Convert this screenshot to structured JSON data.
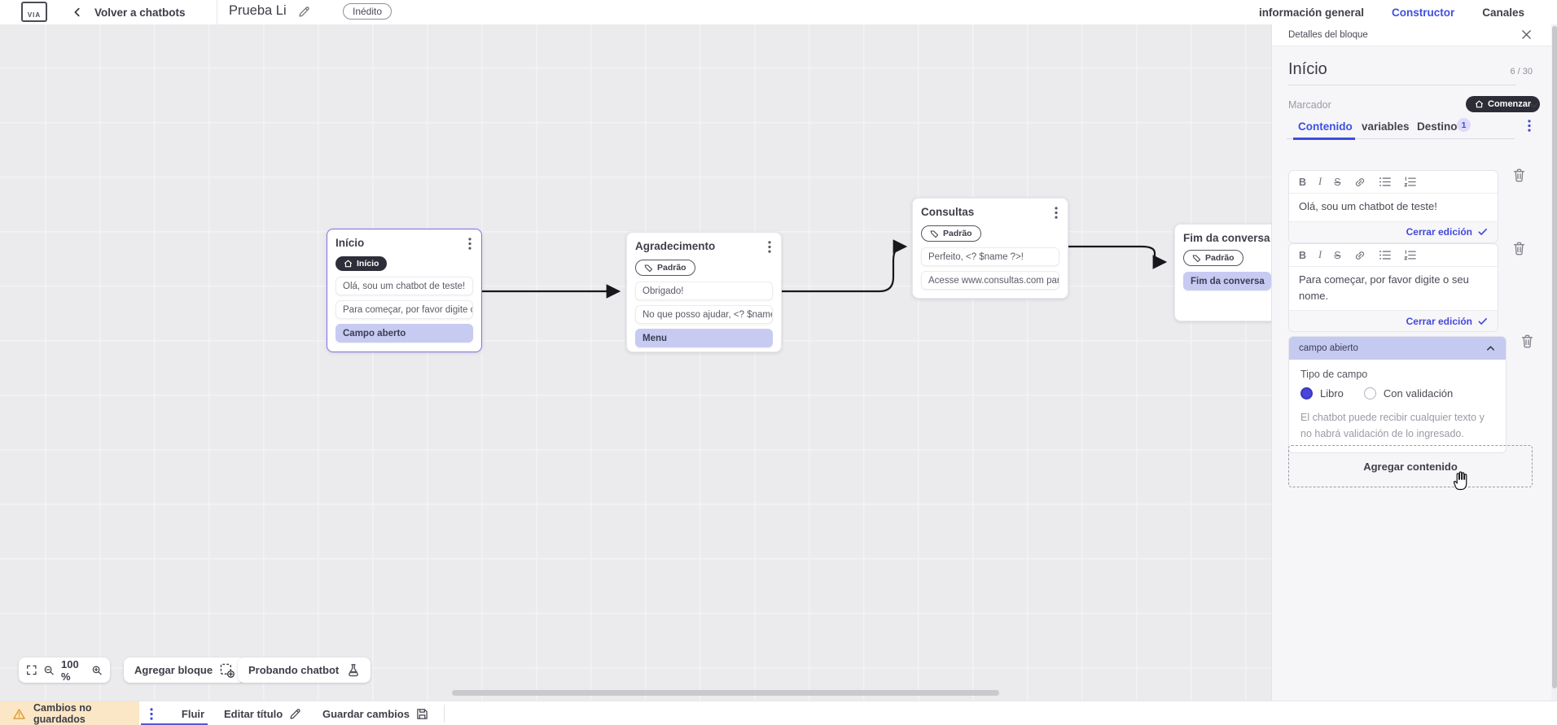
{
  "header": {
    "logo_text": "VIA",
    "back_label": "Volver a chatbots",
    "title": "Prueba Li",
    "status": "Inédito",
    "tabs": [
      {
        "label": "información general",
        "active": false
      },
      {
        "label": "Constructor",
        "active": true
      },
      {
        "label": "Canales",
        "active": false
      }
    ]
  },
  "canvas": {
    "nodes": [
      {
        "title": "Início",
        "badge": {
          "label": "Início",
          "style": "dark",
          "icon": "home"
        },
        "rows": [
          {
            "text": "Olá, sou um chatbot de teste!",
            "variant": "plain"
          },
          {
            "text": "Para começar, por favor digite o ...",
            "variant": "plain"
          },
          {
            "text": "Campo aberto",
            "variant": "highlight"
          }
        ],
        "selected": true
      },
      {
        "title": "Agradecimento",
        "badge": {
          "label": "Padrão",
          "style": "outline",
          "icon": "tag"
        },
        "rows": [
          {
            "text": "Obrigado!",
            "variant": "plain"
          },
          {
            "text": "No que posso ajudar, <? $name ...",
            "variant": "plain"
          },
          {
            "text": "Menu",
            "variant": "highlight"
          }
        ],
        "selected": false
      },
      {
        "title": "Consultas",
        "badge": {
          "label": "Padrão",
          "style": "outline",
          "icon": "tag"
        },
        "rows": [
          {
            "text": "Perfeito, <? $name ?>!",
            "variant": "plain"
          },
          {
            "text": "Acesse www.consultas.com par...",
            "variant": "plain"
          }
        ],
        "selected": false
      },
      {
        "title": "Fim da conversa",
        "badge": {
          "label": "Padrão",
          "style": "outline",
          "icon": "tag"
        },
        "rows": [
          {
            "text": "Fim da conversa",
            "variant": "highlight"
          }
        ],
        "selected": false
      }
    ],
    "controls": {
      "zoom_label": "100 %",
      "add_block_label": "Agregar bloque",
      "test_label": "Probando chatbot"
    }
  },
  "panel": {
    "header": "Detalles del bloque",
    "block_title": "Início",
    "counter": "6 / 30",
    "marker_label": "Marcador",
    "marker_value": "Comenzar",
    "tabs": [
      {
        "label": "Contenido",
        "active": true
      },
      {
        "label": "variables",
        "active": false
      },
      {
        "label": "Destino",
        "active": false,
        "badge": "1"
      }
    ],
    "toolbar": {
      "bold": "B",
      "italic": "I",
      "strike": "S"
    },
    "editors": [
      {
        "text": "Olá, sou um chatbot de teste!",
        "close_label": "Cerrar edición"
      },
      {
        "text": "Para começar, por favor digite o seu nome.",
        "close_label": "Cerrar edición"
      }
    ],
    "open_field": {
      "header": "campo abierto",
      "type_label": "Tipo de campo",
      "options": [
        {
          "label": "Libro",
          "selected": true
        },
        {
          "label": "Con validación",
          "selected": false
        }
      ],
      "helper": "El chatbot puede recibir cualquier texto y no habrá validación de lo ingresado."
    },
    "add_content_label": "Agregar contenido"
  },
  "footer": {
    "unsaved_label": "Cambios no guardados",
    "flow_tab_label": "Fluir",
    "edit_title_label": "Editar título",
    "save_label": "Guardar cambios"
  },
  "colors": {
    "accent": "#3f4fe0",
    "highlight_lavender": "#c7cbf2",
    "dark_pill": "#2e2e3a",
    "warning_bg": "#fbe7c5",
    "warning_icon": "#dd9a33",
    "wire": "#17171c"
  }
}
